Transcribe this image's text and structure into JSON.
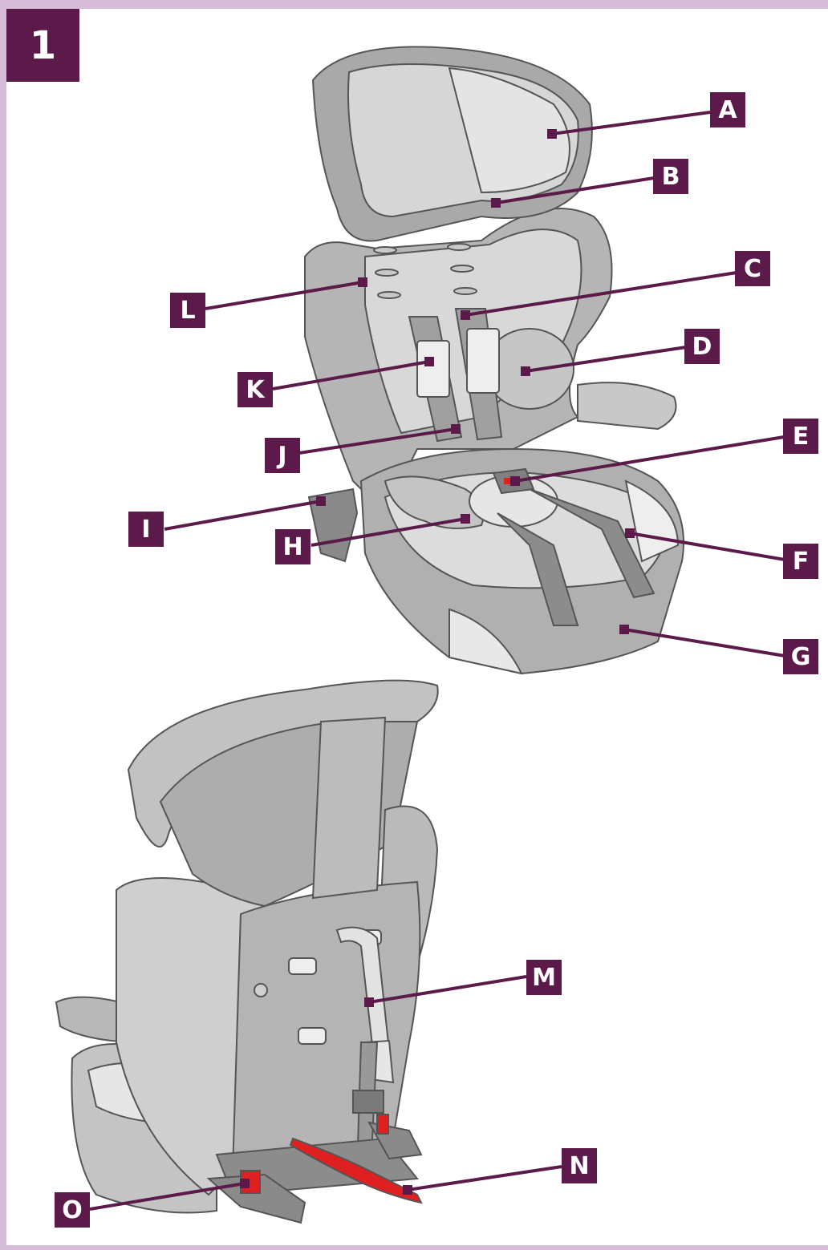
{
  "figure": {
    "number": "1"
  },
  "colors": {
    "label_bg": "#5c1a4a",
    "leader": "#5c1a4a",
    "frame": "#d7bcd9",
    "seat_light": "#dcdcdc",
    "seat_mid": "#bdbdbd",
    "seat_dark": "#9a9a9a",
    "clip_red": "#e02020"
  },
  "labels": [
    {
      "id": "A",
      "text": "A"
    },
    {
      "id": "B",
      "text": "B"
    },
    {
      "id": "C",
      "text": "C"
    },
    {
      "id": "D",
      "text": "D"
    },
    {
      "id": "E",
      "text": "E"
    },
    {
      "id": "F",
      "text": "F"
    },
    {
      "id": "G",
      "text": "G"
    },
    {
      "id": "H",
      "text": "H"
    },
    {
      "id": "I",
      "text": "I"
    },
    {
      "id": "J",
      "text": "J"
    },
    {
      "id": "K",
      "text": "K"
    },
    {
      "id": "L",
      "text": "L"
    },
    {
      "id": "M",
      "text": "M"
    },
    {
      "id": "N",
      "text": "N"
    },
    {
      "id": "O",
      "text": "O"
    }
  ]
}
